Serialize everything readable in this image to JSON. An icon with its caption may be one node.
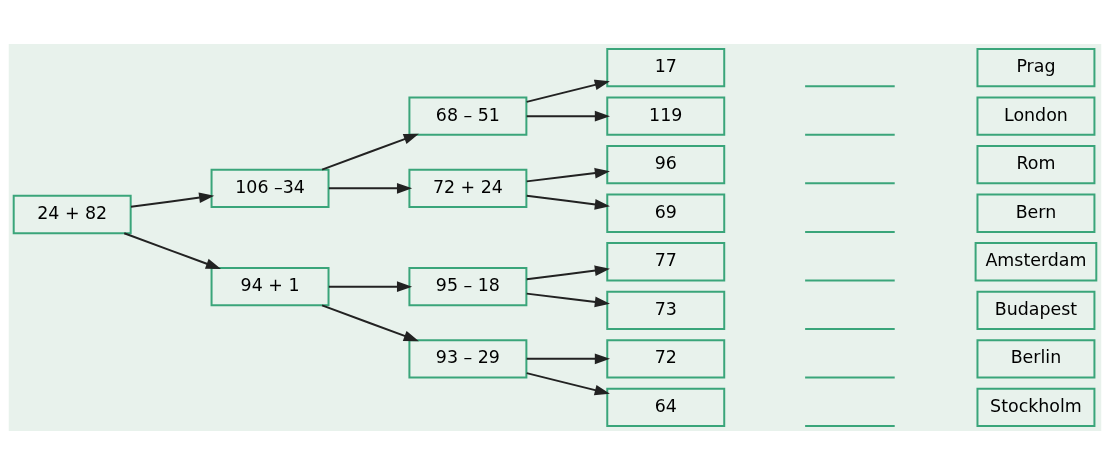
{
  "diagram": {
    "nodes": [
      {
        "text": [
          "24 + 82"
        ]
      },
      {
        "text": [
          "106 –34"
        ]
      },
      {
        "text": [
          "94 + 1"
        ]
      },
      {
        "text": [
          "68 – 51"
        ]
      },
      {
        "text": [
          "72 + 24"
        ]
      },
      {
        "text": [
          "95 – 18"
        ]
      },
      {
        "text": [
          "93 – 29"
        ]
      },
      {
        "text": [
          "17"
        ]
      },
      {
        "text": [
          "119"
        ]
      },
      {
        "text": [
          "96"
        ]
      },
      {
        "text": [
          "69"
        ]
      },
      {
        "text": [
          "77"
        ]
      },
      {
        "text": [
          "73"
        ]
      },
      {
        "text": [
          "72"
        ]
      },
      {
        "text": [
          "64"
        ]
      },
      {
        "text": [],
        "shape": "line"
      },
      {
        "text": [],
        "shape": "line"
      },
      {
        "text": [],
        "shape": "line"
      },
      {
        "text": [],
        "shape": "line"
      },
      {
        "text": [],
        "shape": "line"
      },
      {
        "text": [],
        "shape": "line"
      },
      {
        "text": [],
        "shape": "line"
      },
      {
        "text": [],
        "shape": "line"
      },
      {
        "text": [
          "Prag"
        ]
      },
      {
        "text": [
          "London"
        ]
      },
      {
        "text": [
          "Rom"
        ]
      },
      {
        "text": [
          "Bern"
        ]
      },
      {
        "text": [
          "Amsterdam"
        ]
      },
      {
        "text": [
          "Budapest"
        ]
      },
      {
        "text": [
          "Berlin"
        ]
      },
      {
        "text": [
          "Stockholm"
        ]
      }
    ],
    "edges": [
      {
        "from": 0,
        "to": 1,
        "arrow": "to"
      },
      {
        "from": 0,
        "to": 2,
        "arrow": "to"
      },
      {
        "from": 1,
        "to": 3,
        "arrow": "to"
      },
      {
        "from": 1,
        "to": 4,
        "arrow": "to"
      },
      {
        "from": 2,
        "to": 5,
        "arrow": "to"
      },
      {
        "from": 2,
        "to": 6,
        "arrow": "to"
      },
      {
        "from": 3,
        "to": 7,
        "arrow": "to"
      },
      {
        "from": 3,
        "to": 8,
        "arrow": "to"
      },
      {
        "from": 4,
        "to": 9,
        "arrow": "to"
      },
      {
        "from": 4,
        "to": 10,
        "arrow": "to"
      },
      {
        "from": 5,
        "to": 11,
        "arrow": "to"
      },
      {
        "from": 5,
        "to": 12,
        "arrow": "to"
      },
      {
        "from": 6,
        "to": 13,
        "arrow": "to"
      },
      {
        "from": 6,
        "to": 14,
        "arrow": "to"
      }
    ]
  }
}
